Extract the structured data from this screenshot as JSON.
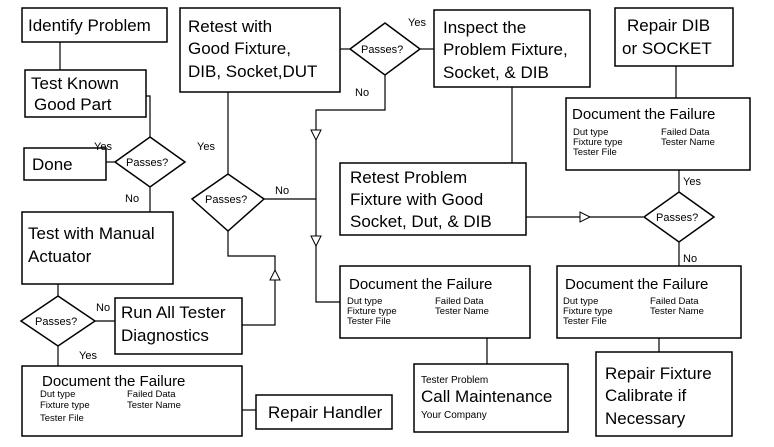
{
  "nodes": {
    "identify": "Identify Problem",
    "test_known": [
      "Test Known",
      "Good Part"
    ],
    "done": "Done",
    "test_manual": [
      "Test with Manual",
      "Actuator"
    ],
    "run_all": [
      "Run All Tester",
      "Diagnostics"
    ],
    "retest_good": [
      "Retest with",
      "Good Fixture,",
      "DIB, Socket,DUT"
    ],
    "inspect": [
      "Inspect the",
      "Problem Fixture,",
      "Socket, & DIB"
    ],
    "repair_dib": [
      "Repair DIB",
      "or SOCKET"
    ],
    "retest_problem": [
      "Retest Problem",
      "Fixture with Good",
      "Socket, Dut, & DIB"
    ],
    "repair_handler": "Repair Handler",
    "repair_fixture": [
      "Repair Fixture",
      "Calibrate if",
      "Necessary"
    ]
  },
  "decisions": {
    "label": "Passes?"
  },
  "edge_labels": {
    "yes": "Yes",
    "no": "No"
  },
  "doc": {
    "title": "Document the Failure",
    "dut_type": "Dut type",
    "fixture_type": "Fixture type",
    "tester_file": "Tester File",
    "failed_data": "Failed Data",
    "tester_name": "Tester Name"
  },
  "maintenance": {
    "top": "Tester Problem",
    "main": "Call Maintenance",
    "bottom": "Your Company"
  }
}
